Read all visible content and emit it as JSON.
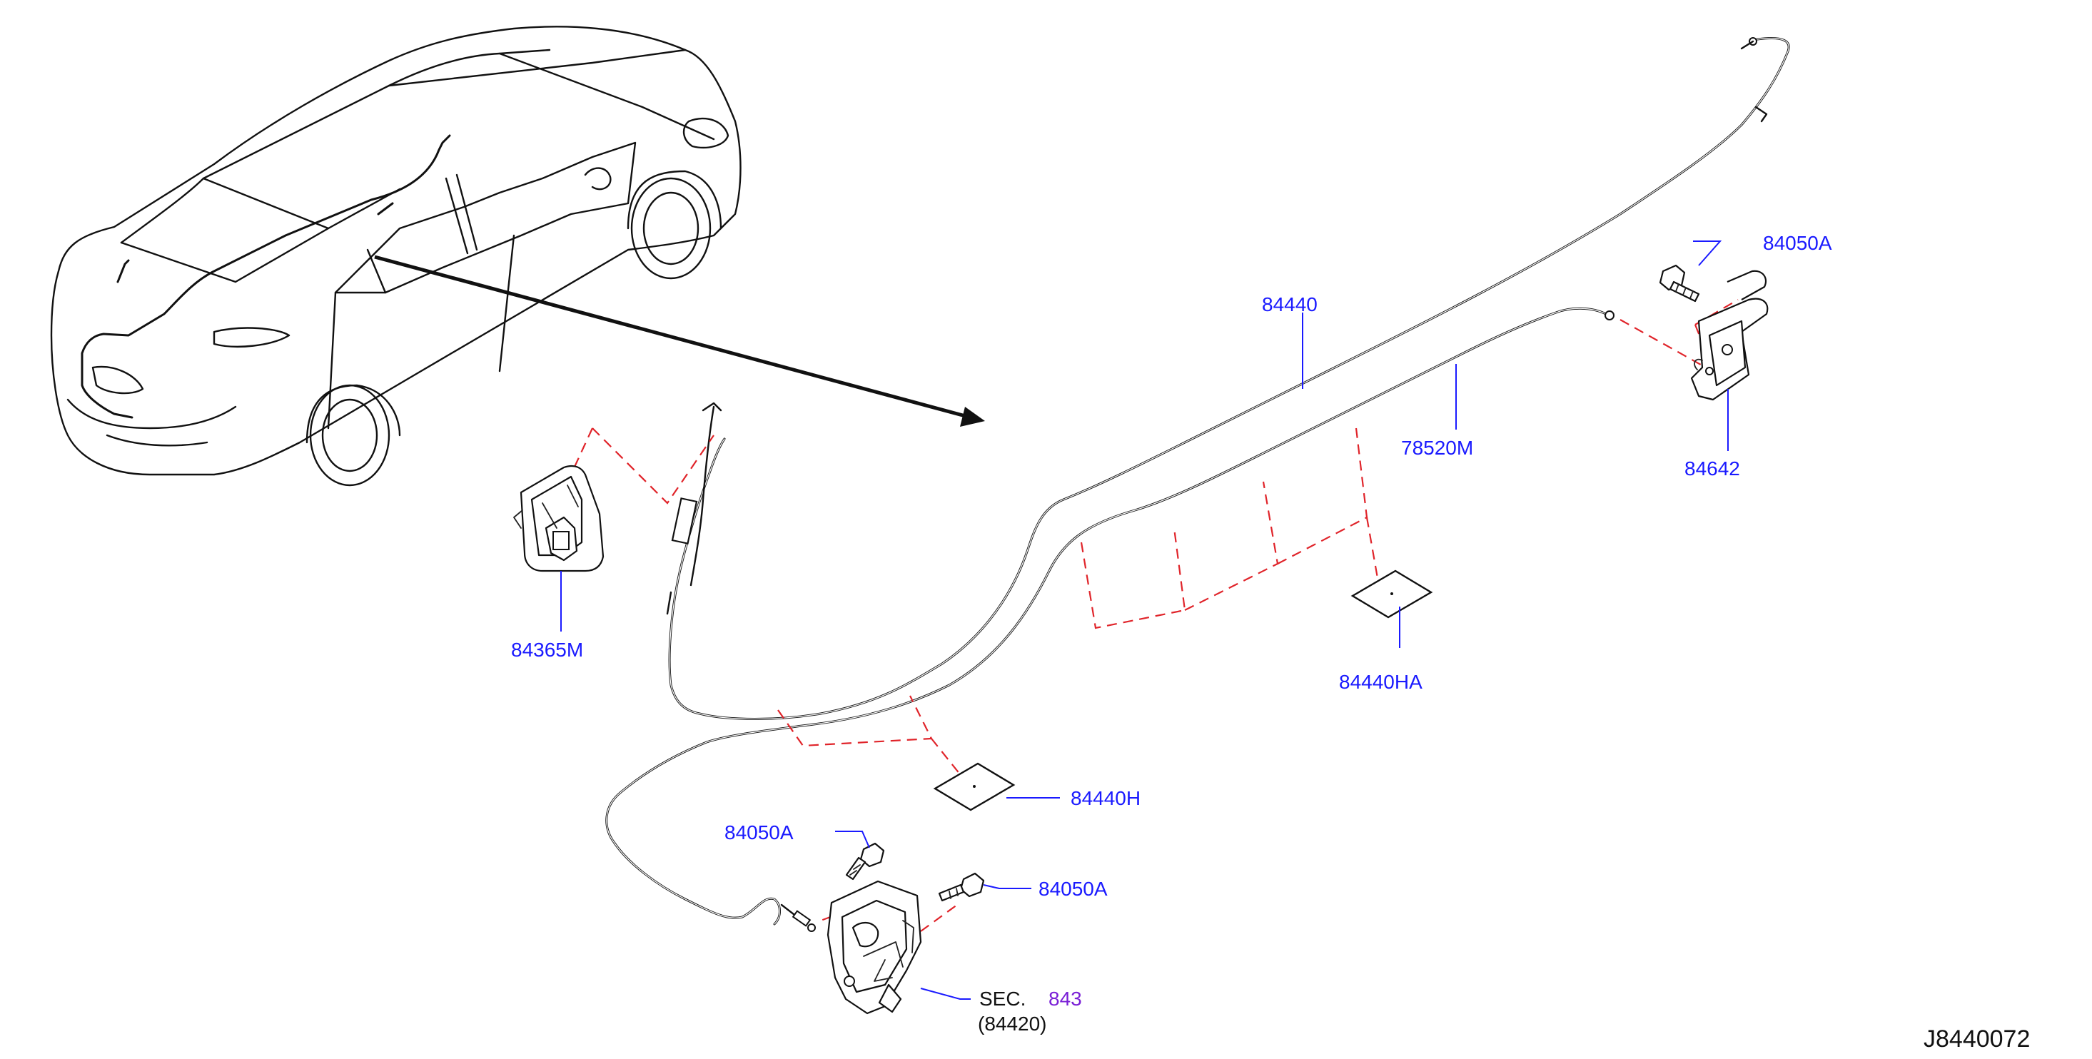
{
  "labels": {
    "p84050a_top": "84050A",
    "p84440": "84440",
    "p78520m": "78520M",
    "p84642": "84642",
    "p84365m": "84365M",
    "p84440ha": "84440HA",
    "p84440h": "84440H",
    "p84050a_left": "84050A",
    "p84050a_right": "84050A",
    "sec_prefix": "SEC.",
    "sec_number": "843",
    "sec_sub": "(84420)"
  },
  "figure_id": "J8440072",
  "colors": {
    "part_label": "#1a1aff",
    "dashed_guide": "#e0242a",
    "section_link": "#7a1fd6",
    "line_art": "#111111"
  }
}
